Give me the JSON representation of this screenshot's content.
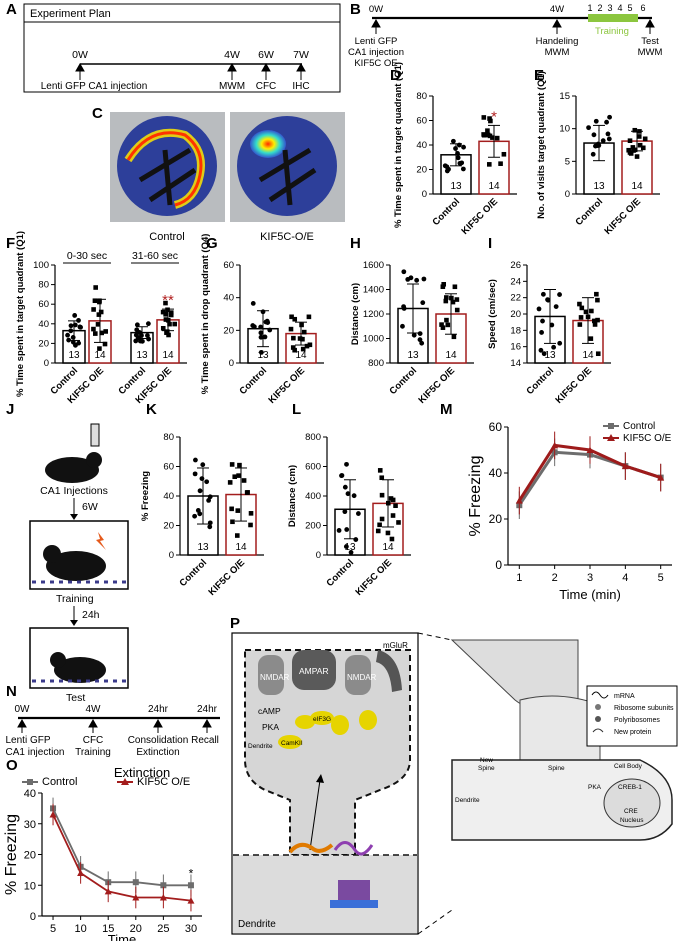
{
  "panels": {
    "A": "A",
    "B": "B",
    "C": "C",
    "D": "D",
    "E": "E",
    "F": "F",
    "G": "G",
    "H": "H",
    "I": "I",
    "J": "J",
    "K": "K",
    "L": "L",
    "M": "M",
    "N": "N",
    "O": "O",
    "P": "P"
  },
  "panelA": {
    "title": "Experiment Plan",
    "timepoints": [
      "0W",
      "4W",
      "6W",
      "7W"
    ],
    "events": [
      "Lenti GFP CA1 injection",
      "MWM",
      "CFC",
      "IHC"
    ]
  },
  "panelB": {
    "t0": "0W",
    "t1": "4W",
    "days": [
      "1",
      "2",
      "3",
      "4",
      "5",
      "6"
    ],
    "training": "Training",
    "left_lines": [
      "Lenti GFP",
      "CA1 injection",
      "KIF5C OE"
    ],
    "mid_lines": [
      "Handeling",
      "MWM"
    ],
    "right_lines": [
      "Test",
      "MWM"
    ]
  },
  "panelC": {
    "labels": [
      "Control",
      "KIF5C-O/E"
    ]
  },
  "groups": [
    "Control",
    "KIF5C O/E"
  ],
  "colors": {
    "control": "#000000",
    "kif5c": "#a31d1d",
    "star": "#b22222",
    "training": "#8cc63f",
    "m_control": "#6d6d6d",
    "m_kif": "#9e1b1b"
  },
  "panelJ": {
    "injections": "CA1 Injections",
    "delay1": "6W",
    "training": "Training",
    "delay2": "24h",
    "test": "Test"
  },
  "panelN": {
    "timepoints": [
      "0W",
      "4W",
      "24hr",
      "24hr"
    ],
    "row1": [
      "Lenti GFP",
      "CFC",
      "Consolidation",
      "Recall"
    ],
    "row2": [
      "CA1 injection",
      "Training",
      "Extinction"
    ]
  },
  "panelP": {
    "labels": [
      "NMDAR",
      "AMPAR",
      "NMDAR",
      "mGluR",
      "cAMP",
      "PKA",
      "CamKII",
      "eIF3G",
      "Dendrite",
      "Dendrite"
    ],
    "legend": [
      "mRNA",
      "Ribosome subunits",
      "Polyribosomes",
      "New protein"
    ],
    "synapse": [
      "New",
      "Spine",
      "Spine",
      "Cell Body",
      "PKA",
      "CREB-1",
      "CRE",
      "Nucleus",
      "Dendrite"
    ]
  },
  "chart_data": [
    {
      "panel": "D",
      "type": "bar",
      "ylabel": "% Time spent in target quadrant (Q1)",
      "ylim": [
        0,
        80
      ],
      "yticks": [
        0,
        20,
        40,
        60,
        80
      ],
      "categories": [
        "Control",
        "KIF5C O/E"
      ],
      "values": [
        32,
        43
      ],
      "sd": [
        9,
        13
      ],
      "n": [
        "13",
        "14"
      ],
      "annotation": "*"
    },
    {
      "panel": "E",
      "type": "bar",
      "ylabel": "No. of visits target quadrant (Q1)",
      "ylim": [
        0,
        15
      ],
      "yticks": [
        0,
        5,
        10,
        15
      ],
      "categories": [
        "Control",
        "KIF5C O/E"
      ],
      "values": [
        7.8,
        8.1
      ],
      "sd": [
        2.7,
        1.5
      ],
      "n": [
        "13",
        "14"
      ]
    },
    {
      "panel": "F",
      "type": "bar",
      "ylabel": "% Time spent in target quadrant (Q1)",
      "ylim": [
        0,
        100
      ],
      "yticks": [
        0,
        20,
        40,
        60,
        80,
        100
      ],
      "group_labels": [
        "0-30 sec",
        "31-60 sec"
      ],
      "categories": [
        "Control",
        "KIF5C O/E",
        "Control",
        "KIF5C O/E"
      ],
      "values": [
        33,
        43,
        31,
        44
      ],
      "sd": [
        10,
        22,
        6,
        11
      ],
      "n": [
        "13",
        "14",
        "13",
        "14"
      ],
      "annotation": "**"
    },
    {
      "panel": "G",
      "type": "bar",
      "ylabel": "% Time spent in drop quadrant (Q4)",
      "ylim": [
        0,
        60
      ],
      "yticks": [
        0,
        20,
        40,
        60
      ],
      "categories": [
        "Control",
        "KIF5C O/E"
      ],
      "values": [
        21,
        18
      ],
      "sd": [
        11,
        7
      ],
      "n": [
        "13",
        "14"
      ]
    },
    {
      "panel": "H",
      "type": "bar",
      "ylabel": "Distance (cm)",
      "ylim": [
        800,
        1600
      ],
      "yticks": [
        800,
        1000,
        1200,
        1400,
        1600
      ],
      "categories": [
        "Control",
        "KIF5C O/E"
      ],
      "values": [
        1245,
        1200
      ],
      "sd": [
        200,
        165
      ],
      "n": [
        "13",
        "14"
      ]
    },
    {
      "panel": "I",
      "type": "bar",
      "ylabel": "Speed (cm/sec)",
      "ylim": [
        14,
        26
      ],
      "yticks": [
        14,
        16,
        18,
        20,
        22,
        24,
        26
      ],
      "categories": [
        "Control",
        "KIF5C O/E"
      ],
      "values": [
        19.7,
        19.2
      ],
      "sd": [
        3.3,
        2.8
      ],
      "n": [
        "13",
        "14"
      ]
    },
    {
      "panel": "K",
      "type": "bar",
      "ylabel": "% Freezing",
      "ylim": [
        0,
        80
      ],
      "yticks": [
        0,
        20,
        40,
        60,
        80
      ],
      "categories": [
        "Control",
        "KIF5C O/E"
      ],
      "values": [
        40,
        41
      ],
      "sd": [
        19,
        18
      ],
      "n": [
        "13",
        "14"
      ]
    },
    {
      "panel": "L",
      "type": "bar",
      "ylabel": "Distance (cm)",
      "ylim": [
        0,
        800
      ],
      "yticks": [
        0,
        200,
        400,
        600,
        800
      ],
      "categories": [
        "Control",
        "KIF5C O/E"
      ],
      "values": [
        310,
        350
      ],
      "sd": [
        200,
        160
      ],
      "n": [
        "13",
        "14"
      ]
    },
    {
      "panel": "M",
      "type": "line",
      "ylabel": "% Freezing",
      "xlabel": "Time (min)",
      "ylim": [
        0,
        60
      ],
      "yticks": [
        0,
        20,
        40,
        60
      ],
      "x": [
        1,
        2,
        3,
        4,
        5
      ],
      "legend_position": "top-right",
      "series": [
        {
          "name": "Control",
          "values": [
            26,
            49,
            48,
            43,
            38
          ]
        },
        {
          "name": "KIF5C O/E",
          "values": [
            28,
            52,
            50,
            43,
            38
          ]
        }
      ]
    },
    {
      "panel": "O",
      "type": "line",
      "title": "Extinction",
      "ylabel": "% Freezing",
      "xlabel": "Time",
      "ylim": [
        0,
        40
      ],
      "yticks": [
        0,
        10,
        20,
        30,
        40
      ],
      "x": [
        5,
        10,
        15,
        20,
        25,
        30
      ],
      "legend_position": "top",
      "annotation": "*",
      "series": [
        {
          "name": "Control",
          "values": [
            35,
            16,
            11,
            11,
            10,
            10
          ]
        },
        {
          "name": "KIF5C O/E",
          "values": [
            33,
            14,
            8,
            6,
            6,
            5
          ]
        }
      ]
    }
  ]
}
